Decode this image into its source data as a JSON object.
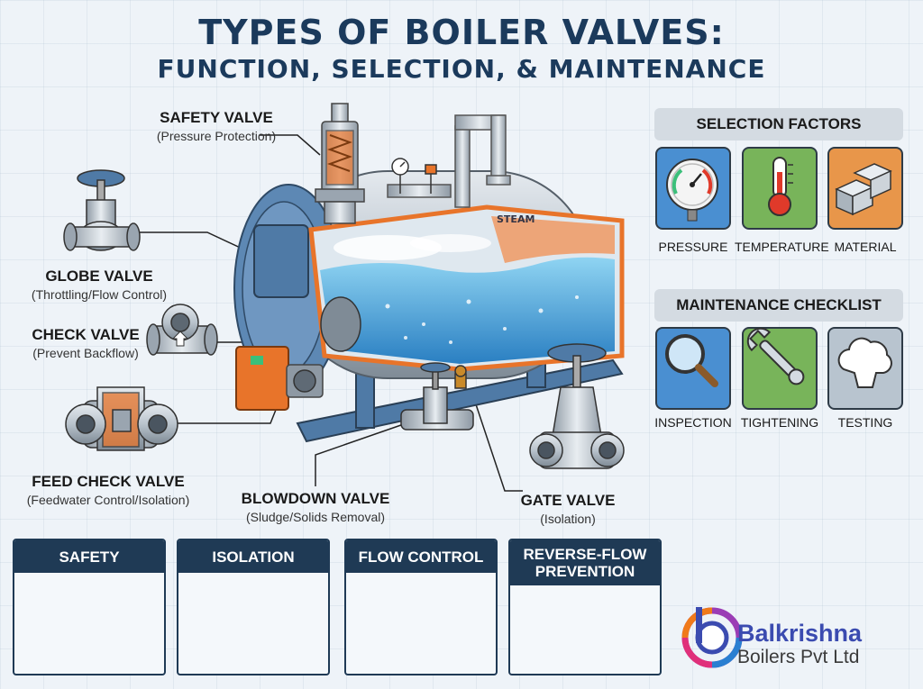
{
  "title": {
    "line1": "TYPES OF BOILER VALVES:",
    "line2": "FUNCTION, SELECTION, & MAINTENANCE"
  },
  "callouts": [
    {
      "name": "SAFETY VALVE",
      "desc": "(Pressure Protection)"
    },
    {
      "name": "GLOBE VALVE",
      "desc": "(Throttling/Flow Control)"
    },
    {
      "name": "CHECK VALVE",
      "desc": "(Prevent Backflow)"
    },
    {
      "name": "FEED CHECK VALVE",
      "desc": "(Feedwater Control/Isolation)"
    },
    {
      "name": "BLOWDOWN VALVE",
      "desc": "(Sludge/Solids Removal)"
    },
    {
      "name": "GATE VALVE",
      "desc": "(Isolation)"
    }
  ],
  "boiler": {
    "steam_label": "STEAM"
  },
  "selection": {
    "heading": "SELECTION FACTORS",
    "items": [
      {
        "label": "PRESSURE",
        "icon": "pressure-gauge-icon",
        "color": "#4a8fd1"
      },
      {
        "label": "TEMPERATURE",
        "icon": "thermometer-icon",
        "color": "#78b45a"
      },
      {
        "label": "MATERIAL",
        "icon": "metal-blocks-icon",
        "color": "#e8964a"
      }
    ]
  },
  "maintenance": {
    "heading": "MAINTENANCE CHECKLIST",
    "items": [
      {
        "label": "INSPECTION",
        "icon": "magnifier-icon",
        "color": "#4a8fd1"
      },
      {
        "label": "TIGHTENING",
        "icon": "wrench-icon",
        "color": "#78b45a"
      },
      {
        "label": "TESTING",
        "icon": "steam-cloud-icon",
        "color": "#9aa8b5"
      }
    ]
  },
  "functions": [
    {
      "heading": "SAFETY",
      "icon": "shield-icon"
    },
    {
      "heading": "ISOLATION",
      "icon": "gate-valve-icon"
    },
    {
      "heading": "FLOW CONTROL",
      "icon": "gauge-valve-icon"
    },
    {
      "heading_line1": "REVERSE-FLOW",
      "heading_line2": "PREVENTION",
      "icon": "check-valve-icon"
    }
  ],
  "logo": {
    "name": "Balkrishna",
    "tagline": "Boilers Pvt Ltd"
  },
  "colors": {
    "navy": "#1f3a55",
    "title": "#1b3a5c",
    "orange": "#e8742a"
  }
}
